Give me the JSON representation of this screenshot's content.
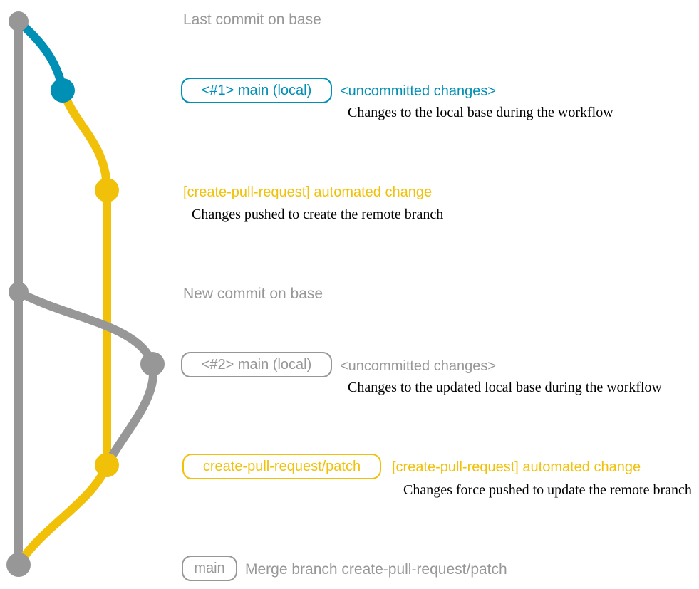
{
  "colors": {
    "gray": "#979797",
    "blue": "#008fb5",
    "yellow": "#f1c109",
    "description_text": "#000000",
    "background": "#ffffff"
  },
  "diagram": {
    "events": [
      {
        "label": "Last commit on base"
      },
      {
        "badge": "<#1> main (local)",
        "title": "<uncommitted changes>",
        "description": "Changes to the local base during the workflow"
      },
      {
        "title": "[create-pull-request] automated change",
        "description": "Changes pushed to create the remote branch"
      },
      {
        "label": "New commit on base"
      },
      {
        "badge": "<#2> main (local)",
        "title": "<uncommitted changes>",
        "description": "Changes to the updated local base during the workflow"
      },
      {
        "badge": "create-pull-request/patch",
        "title": "[create-pull-request] automated change",
        "description": "Changes force pushed to update the remote branch"
      },
      {
        "badge": "main",
        "label": "Merge branch create-pull-request/patch"
      }
    ]
  }
}
